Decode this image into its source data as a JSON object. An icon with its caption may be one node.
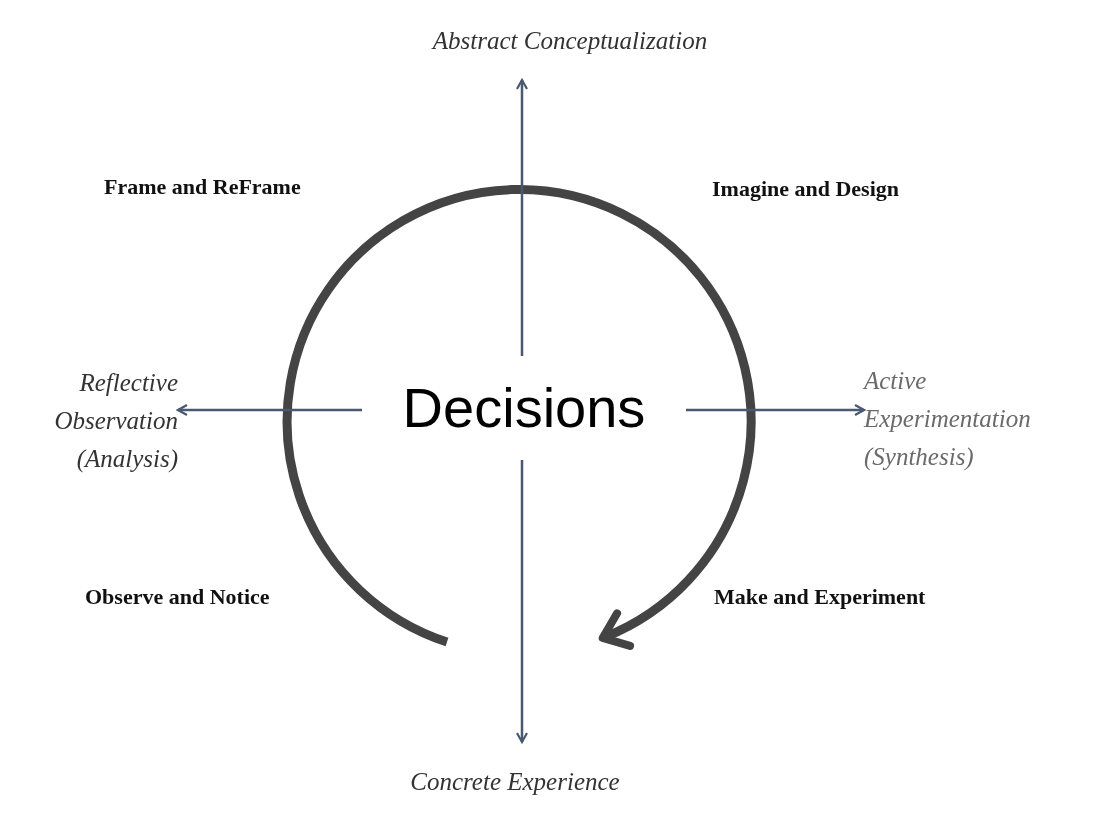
{
  "diagram": {
    "nodes": [
      {
        "text": [
          "Abstract Conceptualization"
        ]
      },
      {
        "text": [
          "Reflective Observation (Analysis)"
        ]
      },
      {
        "text": [
          "Decisions"
        ]
      },
      {
        "text": [
          "Active Experimentation (Synthesis)"
        ]
      },
      {
        "text": [
          "Concrete Experience"
        ]
      }
    ],
    "edges": [
      {
        "from": 2,
        "to": 0,
        "arrow": "to"
      },
      {
        "from": 2,
        "to": 1,
        "arrow": "to"
      },
      {
        "from": 2,
        "to": 3,
        "arrow": "to"
      },
      {
        "from": 2,
        "to": 4,
        "arrow": "to"
      }
    ],
    "labels": [
      "Frame and ReFrame",
      "Imagine and Design",
      "Observe and Notice",
      "Make and Experiment"
    ]
  }
}
